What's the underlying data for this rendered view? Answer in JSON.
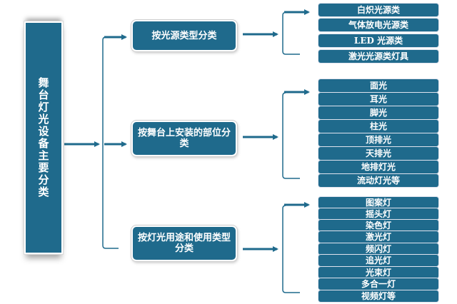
{
  "root": {
    "label": "舞台灯光设备主要分类"
  },
  "categories": [
    {
      "label": "按光源类型分类",
      "items": [
        "白炽光源类",
        "气体放电光源类",
        "LED 光源类",
        "激光光源类灯具"
      ]
    },
    {
      "label": "按舞台上安装的部位分类",
      "items": [
        "面光",
        "耳光",
        "脚光",
        "柱光",
        "顶排光",
        "天排光",
        "地排灯光",
        "流动灯光等"
      ]
    },
    {
      "label": "按灯光用途和使用类型分类",
      "items": [
        "图案灯",
        "摇头灯",
        "染色灯",
        "激光灯",
        "频闪灯",
        "追光灯",
        "光束灯",
        "多合一灯",
        "视频灯等"
      ]
    }
  ],
  "colors": {
    "box_fill": "#1f6a8c",
    "connector": "#1f6a8c"
  }
}
